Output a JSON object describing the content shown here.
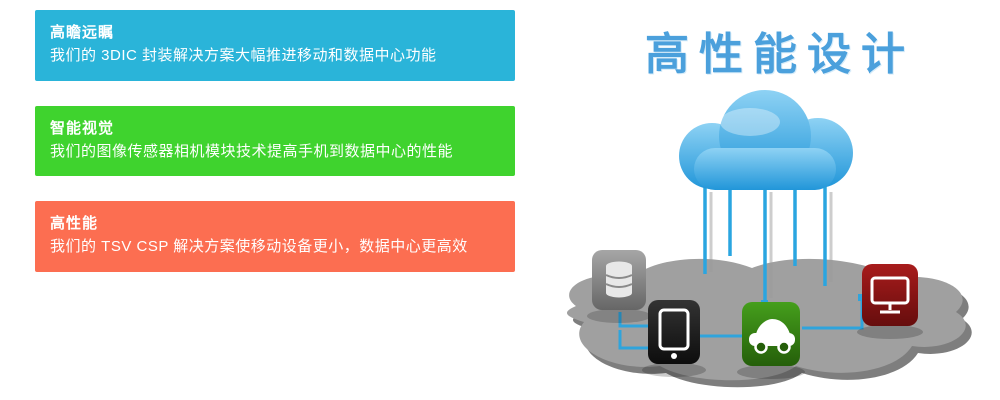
{
  "headline": "高性能设计",
  "banners": [
    {
      "title": "高瞻远瞩",
      "text": "我们的 3DIC 封装解决方案大幅推进移动和数据中心功能",
      "color": "#2ab4d9"
    },
    {
      "title": "智能视觉",
      "text": "我们的图像传感器相机模块技术提高手机到数据中心的性能",
      "color": "#3fd32e"
    },
    {
      "title": "高性能",
      "text": "我们的 TSV CSP 解决方案使移动设备更小，数据中心更高效",
      "color": "#fc6e51"
    }
  ],
  "illustration": {
    "icons": [
      "cloud-icon",
      "database-icon",
      "tablet-icon",
      "car-icon",
      "monitor-icon"
    ],
    "accent_color": "#2aa5e0",
    "ground_color": "#a0a0a0"
  },
  "colors": {
    "headline": "#4ba0dc"
  }
}
